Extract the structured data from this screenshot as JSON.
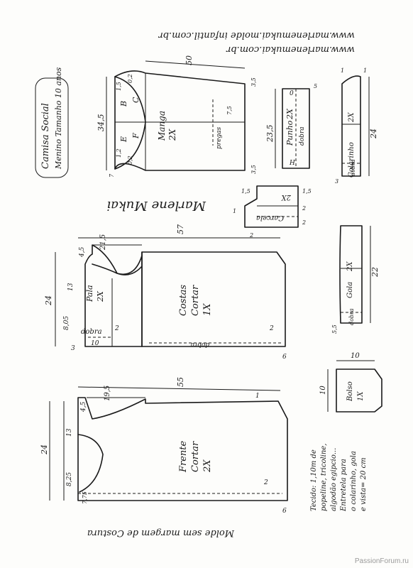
{
  "header": {
    "url1": "www.marlenemukai.com.br",
    "url2": "www.marlenemukai.molde infantil.com.br",
    "title_line1": "Camisa Social",
    "title_line2": "Menino Tamanho 10 anos",
    "signature": "Marlene Mukai"
  },
  "pieces": {
    "manga": {
      "label": "Manga",
      "qty": "2X",
      "letters": [
        "B",
        "C",
        "F",
        "E"
      ],
      "dims": [
        "50",
        "34,5",
        "1,5",
        "0,2",
        "3,5",
        "7,5",
        "1,2",
        "0,2",
        "7",
        "3,5"
      ],
      "pregas": "pregas"
    },
    "punho": {
      "label": "Punho",
      "qty": "2X",
      "fold": "dobra",
      "dims": [
        "23,5",
        "5",
        "0",
        "H"
      ]
    },
    "colarinho": {
      "label": "Colarinho",
      "qty": "2X",
      "fold": "dobra",
      "dims": [
        "1",
        "1",
        "24",
        "3"
      ]
    },
    "carcela": {
      "label": "Carcela",
      "qty": "2X",
      "dims": [
        "1,5",
        "1,5",
        "2",
        "2",
        "1",
        "2"
      ]
    },
    "costas": {
      "label": "Costas",
      "note": "Cortar",
      "qty": "1X",
      "fold": "dobra",
      "dims": [
        "57",
        "21,5",
        "4,5",
        "13",
        "24",
        "8,05",
        "2",
        "2",
        "3",
        "10",
        "6"
      ]
    },
    "pala": {
      "label": "Pala",
      "qty": "2X",
      "fold": "dobra"
    },
    "gola": {
      "label": "Gola",
      "qty": "2X",
      "fold": "dobra",
      "dims": [
        "22",
        "5,5"
      ]
    },
    "bolso": {
      "label": "Bolso",
      "qty": "1X",
      "dims": [
        "10",
        "10"
      ]
    },
    "frente": {
      "label": "Frente",
      "note": "Cortar",
      "qty": "2X",
      "dims": [
        "55",
        "19,5",
        "4,5",
        "13",
        "24",
        "8,25",
        "7,75",
        "2",
        "6",
        "1"
      ]
    }
  },
  "fabric_note": [
    "Tecido: 1,10m de",
    "popeline, tricoline,",
    "algodão egipcio...",
    "Entretela para",
    "o colarinho, gola",
    "e vista= 20 cm"
  ],
  "footer_note": "Molde sem margem de Costura",
  "watermark": "PassionForum.ru"
}
